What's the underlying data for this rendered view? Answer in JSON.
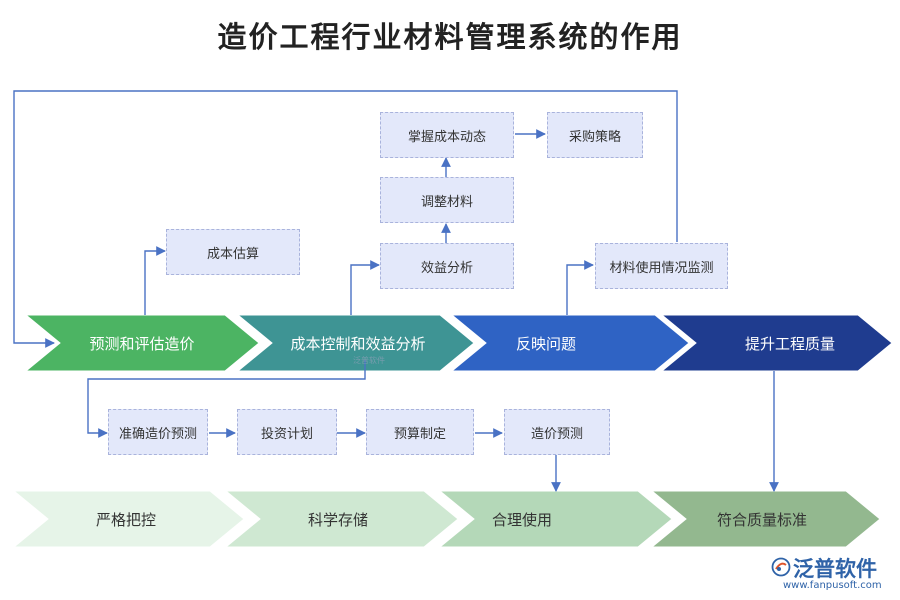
{
  "title": "造价工程行业材料管理系统的作用",
  "main_steps": [
    "预测和评估造价",
    "成本控制和效益分析",
    "反映问题",
    "提升工程质量"
  ],
  "boxes": {
    "cost_estimate": "成本估算",
    "benefit_analysis": "效益分析",
    "adjust_materials": "调整材料",
    "grasp_cost_dynamics": "掌握成本动态",
    "procurement_strategy": "采购策略",
    "material_monitoring": "材料使用情况监测"
  },
  "lower_steps": [
    "准确造价预测",
    "投资计划",
    "预算制定",
    "造价预测"
  ],
  "outcomes": [
    "严格把控",
    "科学存储",
    "合理使用",
    "符合质量标准"
  ],
  "colors": {
    "step1": "#4cb463",
    "step2": "#3e9494",
    "step3": "#2f63c4",
    "step4": "#1f3c8f",
    "outcome1": "#e6f4e8",
    "outcome2": "#cfe8d2",
    "outcome3": "#b4d8b8",
    "outcome4": "#93b88f",
    "box_fill": "#e3e8fa",
    "connector": "#4a72c4"
  },
  "watermark": {
    "small": "泛普软件",
    "logo_text": "泛普软件",
    "url": "www.fanpusoft.com"
  }
}
